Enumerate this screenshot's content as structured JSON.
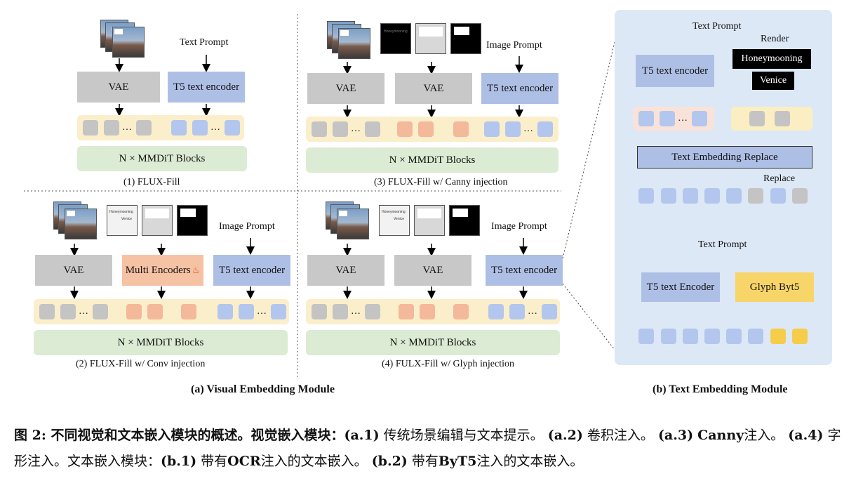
{
  "panel1": {
    "vae": "VAE",
    "t5": "T5 text encoder",
    "prompt": "Text Prompt",
    "mmdit": "N × MMDiT Blocks",
    "caption": "(1) FLUX-Fill"
  },
  "panel2": {
    "vae": "VAE",
    "multi": "Multi Encoders",
    "t5": "T5 text encoder",
    "prompt": "Image Prompt",
    "mmdit": "N ×  MMDiT Blocks",
    "caption": "(2) FLUX-Fill w/ Conv injection"
  },
  "panel3": {
    "vae1": "VAE",
    "vae2": "VAE",
    "t5": "T5 text encoder",
    "prompt": "Image Prompt",
    "mmdit": "N × MMDiT Blocks",
    "caption": "(3) FLUX-Fill  w/ Canny injection"
  },
  "panel4": {
    "vae1": "VAE",
    "vae2": "VAE",
    "t5": "T5 text encoder",
    "prompt": "Image Prompt",
    "mmdit": "N × MMDiT Blocks",
    "caption": "(4) FULX-Fill w/ Glyph injection"
  },
  "panelb": {
    "prompt_top": "Text Prompt",
    "render": "Render",
    "t5": "T5 text encoder",
    "word1": "Honeymooning",
    "word2": "Venice",
    "replace_box": "Text Embedding Replace",
    "replace_label": "Replace",
    "prompt_bottom": "Text Prompt",
    "t5_bottom": "T5 text Encoder",
    "glyph": "Glyph Byt5"
  },
  "thumb_text": {
    "honeymooning": "Honeymooning",
    "venice": "Venice"
  },
  "captions": {
    "a": "(a)  Visual Embedding Module",
    "b": "(b)   Text Embedding Module"
  },
  "figure_caption": {
    "p1": "图 2: 不同视觉和文本嵌入模块的概述。视觉嵌入模块：",
    "a1": "(a.1)",
    "p2": " 传统场景编辑与文本提示。 ",
    "a2": "(a.2)",
    "p3": " 卷积注入。 ",
    "a3": "(a.3)",
    "canny": "Canny",
    "p4": "注入。 ",
    "a4": "(a.4)",
    "p5": " 字形注入。文本嵌入模块：",
    "b1": "(b.1)",
    "p6": " 带有",
    "ocr": "OCR",
    "p7": "注入的文本嵌入。 ",
    "b2": "(b.2)",
    "p8": " 带有",
    "byt5": "ByT5",
    "p9": "注入的文本嵌入。"
  },
  "colors": {
    "vae_gray": "#c8c8c8",
    "t5_blue": "#aebfe6",
    "encoder_orange": "#f6c2a4",
    "token_row_yellow": "#fbeecb",
    "mmdit_green": "#dcebd3",
    "panel_b_bg": "#dde8f6",
    "glyph_yellow": "#f8d568"
  }
}
